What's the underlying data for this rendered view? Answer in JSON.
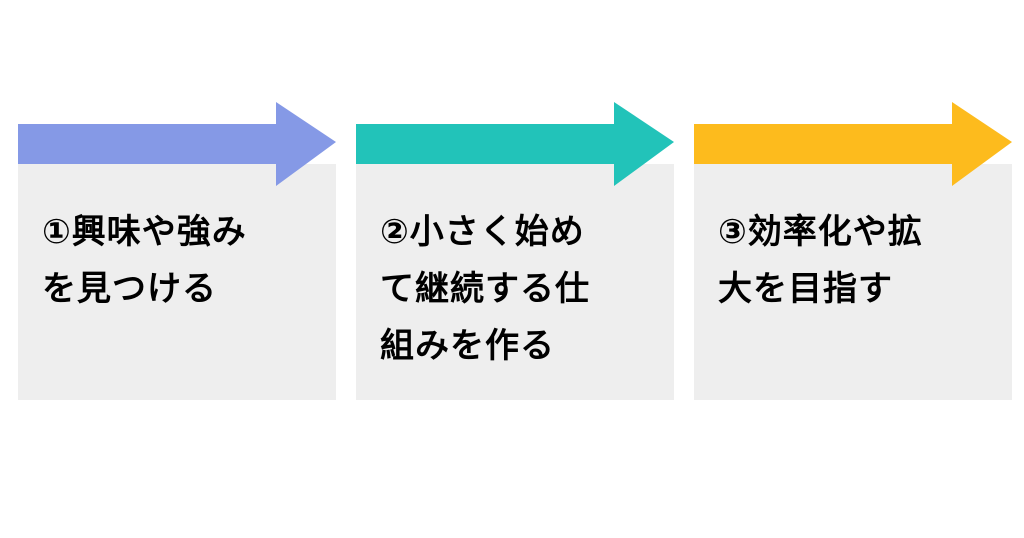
{
  "steps": [
    {
      "label": "①興味や強み\nを見つける",
      "color": "#8599e6"
    },
    {
      "label": "②小さく始め\nて継続する仕\n組みを作る",
      "color": "#22c3b9"
    },
    {
      "label": "③効率化や拡\n大を目指す",
      "color": "#fdbb1d"
    }
  ]
}
